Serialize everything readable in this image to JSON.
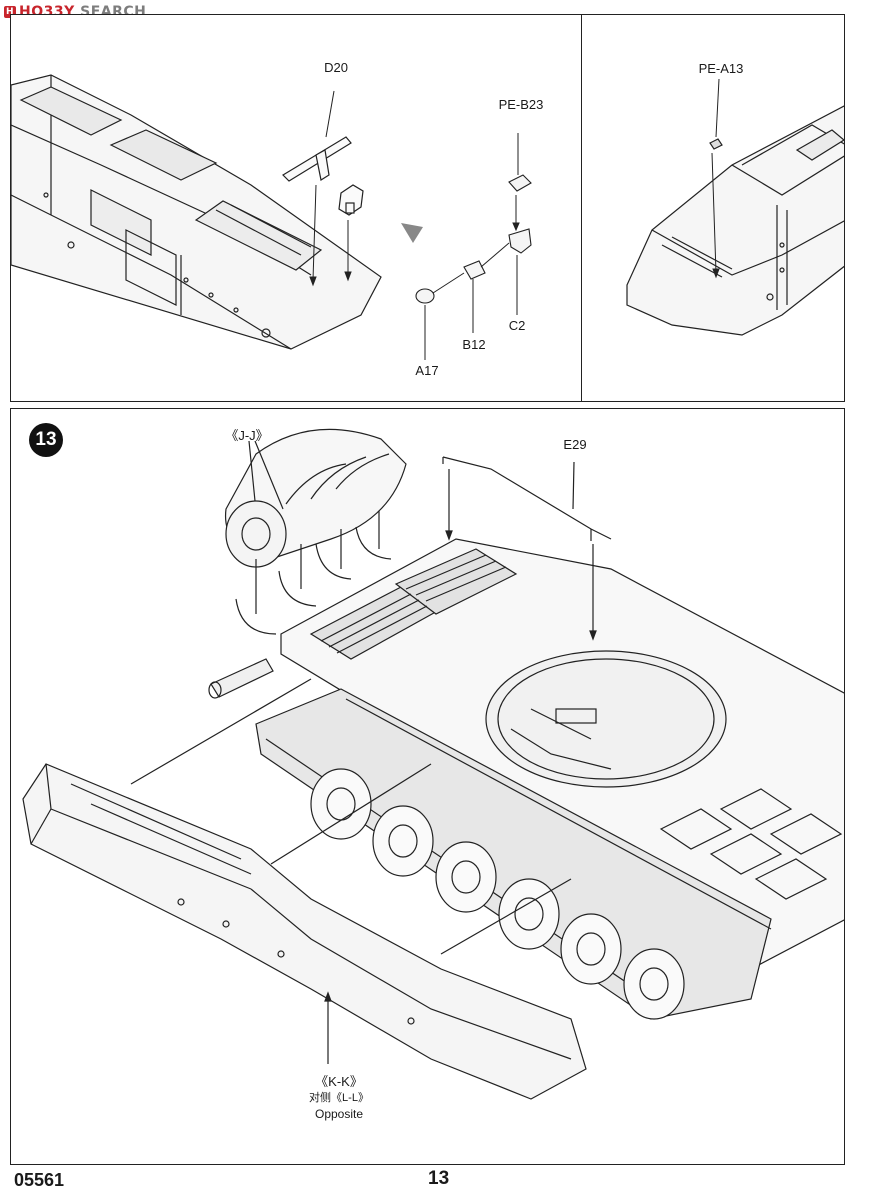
{
  "watermark": {
    "logo": "H",
    "brand_red": "HO33Y",
    "brand_rest": " SEARCH"
  },
  "panel_a": {
    "labels": {
      "d20": "D20",
      "pe_b23": "PE-B23",
      "c2": "C2",
      "b12": "B12",
      "a17": "A17"
    }
  },
  "panel_b": {
    "labels": {
      "pe_a13": "PE-A13"
    }
  },
  "step": {
    "number": "13",
    "labels": {
      "jj": "《J-J》",
      "e29": "E29",
      "kk": "《K-K》",
      "ll": "对侧《L-L》",
      "opposite": "Opposite"
    }
  },
  "footer": {
    "product_code": "05561",
    "page_number": "13"
  },
  "colors": {
    "ink": "#1a1a1a",
    "accent_red": "#c8252c",
    "watermark_gray": "#7d7d7d"
  }
}
